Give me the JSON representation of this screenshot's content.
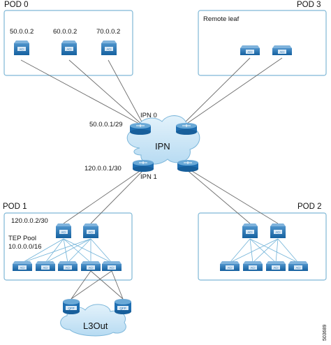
{
  "pods": {
    "pod0": {
      "label": "POD 0",
      "leaf_ips": [
        "50.0.0.2",
        "60.0.0.2",
        "70.0.0.2"
      ]
    },
    "pod3": {
      "label": "POD 3",
      "remote_leaf": "Remote leaf"
    },
    "pod1": {
      "label": "POD 1",
      "ip": "120.0.0.2/30",
      "tep_pool_label": "TEP Pool",
      "tep_pool": "10.0.0.0/16"
    },
    "pod2": {
      "label": "POD 2"
    }
  },
  "ipn": {
    "cloud": "IPN",
    "ipn0": "IPN 0",
    "ipn0_addr": "50.0.0.1/29",
    "ipn1": "IPN 1",
    "ipn1_addr": "120.0.0.1/30"
  },
  "l3out": {
    "label": "L3Out",
    "router_text": "QFP"
  },
  "device_text": {
    "leaf": "ACI",
    "spine": "ACI"
  },
  "figure_id": "503689",
  "colors": {
    "pod_border": "#7fb8d6",
    "device_top": "#6aa3d0",
    "device_body": "#1f6fb2",
    "cloud": "#cfe8f7",
    "link": "#666666",
    "fabric_link": "#6fb2d8"
  }
}
